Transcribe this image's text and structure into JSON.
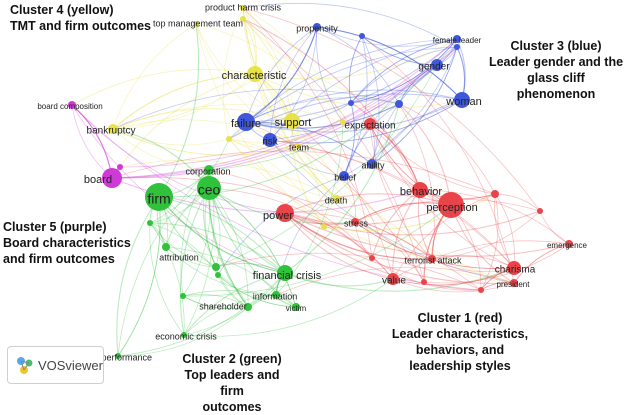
{
  "app": {
    "logo_text": "VOSviewer"
  },
  "clusters": [
    {
      "id": "c4",
      "title": "Cluster 4 (yellow)",
      "lines": [
        "TMT and firm outcomes"
      ],
      "color": "#e7e14a"
    },
    {
      "id": "c3",
      "title": "Cluster 3 (blue)",
      "lines": [
        "Leader gender and the",
        "glass cliff phenomenon"
      ],
      "color": "#3f57d9"
    },
    {
      "id": "c5",
      "title": "Cluster 5 (purple)",
      "lines": [
        "Board characteristics",
        "and firm outcomes"
      ],
      "color": "#cf3ad6"
    },
    {
      "id": "c2",
      "title": "Cluster 2 (green)",
      "lines": [
        "Top leaders and firm",
        "outcomes"
      ],
      "color": "#2fc23a"
    },
    {
      "id": "c1",
      "title": "Cluster 1 (red)",
      "lines": [
        "Leader characteristics,",
        "behaviors, and",
        "leadership styles"
      ],
      "color": "#e8444a"
    }
  ],
  "nodes": [
    {
      "label": "product harm crisis",
      "cluster": "c4"
    },
    {
      "label": "top management team",
      "cluster": "c4"
    },
    {
      "label": "characteristic",
      "cluster": "c4"
    },
    {
      "label": "support",
      "cluster": "c4"
    },
    {
      "label": "team",
      "cluster": "c4"
    },
    {
      "label": "bankruptcy",
      "cluster": "c4"
    },
    {
      "label": "death",
      "cluster": "c4"
    },
    {
      "label": "propensity",
      "cluster": "c3"
    },
    {
      "label": "female leader",
      "cluster": "c3"
    },
    {
      "label": "gender",
      "cluster": "c3"
    },
    {
      "label": "woman",
      "cluster": "c3"
    },
    {
      "label": "failure",
      "cluster": "c3"
    },
    {
      "label": "risk",
      "cluster": "c3"
    },
    {
      "label": "ability",
      "cluster": "c3"
    },
    {
      "label": "belief",
      "cluster": "c3"
    },
    {
      "label": "board composition",
      "cluster": "c5"
    },
    {
      "label": "board",
      "cluster": "c5"
    },
    {
      "label": "corporation",
      "cluster": "c2"
    },
    {
      "label": "ceo",
      "cluster": "c2"
    },
    {
      "label": "firm",
      "cluster": "c2"
    },
    {
      "label": "attribution",
      "cluster": "c2"
    },
    {
      "label": "financial crisis",
      "cluster": "c2"
    },
    {
      "label": "information",
      "cluster": "c2"
    },
    {
      "label": "shareholder",
      "cluster": "c2"
    },
    {
      "label": "victim",
      "cluster": "c2"
    },
    {
      "label": "economic crisis",
      "cluster": "c2"
    },
    {
      "label": "firm performance",
      "cluster": "c2"
    },
    {
      "label": "expectation",
      "cluster": "c1"
    },
    {
      "label": "behavior",
      "cluster": "c1"
    },
    {
      "label": "perception",
      "cluster": "c1"
    },
    {
      "label": "power",
      "cluster": "c1"
    },
    {
      "label": "stress",
      "cluster": "c1"
    },
    {
      "label": "terrorist attack",
      "cluster": "c1"
    },
    {
      "label": "value",
      "cluster": "c1"
    },
    {
      "label": "charisma",
      "cluster": "c1"
    },
    {
      "label": "president",
      "cluster": "c1"
    },
    {
      "label": "emergence",
      "cluster": "c1"
    }
  ]
}
